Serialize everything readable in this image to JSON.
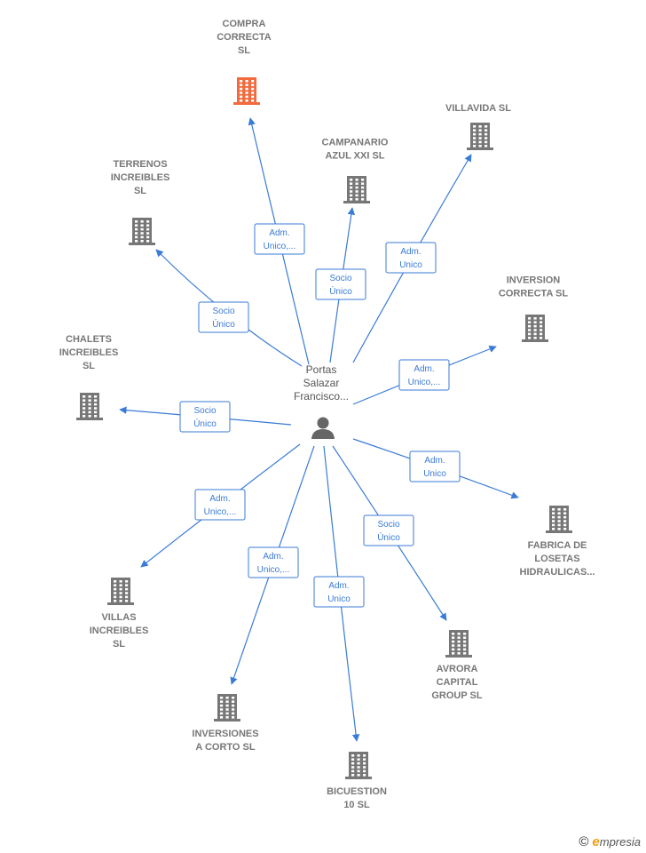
{
  "center": {
    "label_lines": [
      "Portas",
      "Salazar",
      "Francisco..."
    ]
  },
  "companies": [
    {
      "id": "compra",
      "lines": [
        "COMPRA",
        "CORRECTA",
        "SL"
      ],
      "highlight": true
    },
    {
      "id": "villavida",
      "lines": [
        "VILLAVIDA SL"
      ]
    },
    {
      "id": "campanario",
      "lines": [
        "CAMPANARIO",
        "AZUL XXI  SL"
      ]
    },
    {
      "id": "terrenos",
      "lines": [
        "TERRENOS",
        "INCREIBLES",
        "SL"
      ]
    },
    {
      "id": "inversion",
      "lines": [
        "INVERSION",
        "CORRECTA  SL"
      ]
    },
    {
      "id": "chalets",
      "lines": [
        "CHALETS",
        "INCREIBLES",
        "SL"
      ]
    },
    {
      "id": "fabrica",
      "lines": [
        "FABRICA DE",
        "LOSETAS",
        "HIDRAULICAS..."
      ]
    },
    {
      "id": "villas",
      "lines": [
        "VILLAS",
        "INCREIBLES",
        "SL"
      ]
    },
    {
      "id": "avrora",
      "lines": [
        "AVRORA",
        "CAPITAL",
        "GROUP  SL"
      ]
    },
    {
      "id": "inversiones",
      "lines": [
        "INVERSIONES",
        "A CORTO  SL"
      ]
    },
    {
      "id": "bicuestion",
      "lines": [
        "BICUESTION",
        "10  SL"
      ]
    }
  ],
  "relations": [
    {
      "to": "compra",
      "lines": [
        "Adm.",
        "Unico,..."
      ]
    },
    {
      "to": "campanario",
      "lines": [
        "Socio",
        "Único"
      ]
    },
    {
      "to": "villavida",
      "lines": [
        "Adm.",
        "Unico"
      ]
    },
    {
      "to": "terrenos",
      "lines": [
        "Socio",
        "Único"
      ]
    },
    {
      "to": "inversion",
      "lines": [
        "Adm.",
        "Unico,..."
      ]
    },
    {
      "to": "chalets",
      "lines": [
        "Socio",
        "Único"
      ]
    },
    {
      "to": "fabrica",
      "lines": [
        "Adm.",
        "Unico"
      ]
    },
    {
      "to": "villas",
      "lines": [
        "Adm.",
        "Unico,..."
      ]
    },
    {
      "to": "avrora",
      "lines": [
        "Socio",
        "Único"
      ]
    },
    {
      "to": "inversiones",
      "lines": [
        "Adm.",
        "Unico,..."
      ]
    },
    {
      "to": "bicuestion",
      "lines": [
        "Adm.",
        "Unico"
      ]
    }
  ],
  "colors": {
    "edge": "#3a7bd5",
    "building": "#777777",
    "highlight": "#f26a3d",
    "person": "#666666"
  },
  "footer": {
    "copyright": "©",
    "brand_first": "e",
    "brand_rest": "mpresia"
  }
}
